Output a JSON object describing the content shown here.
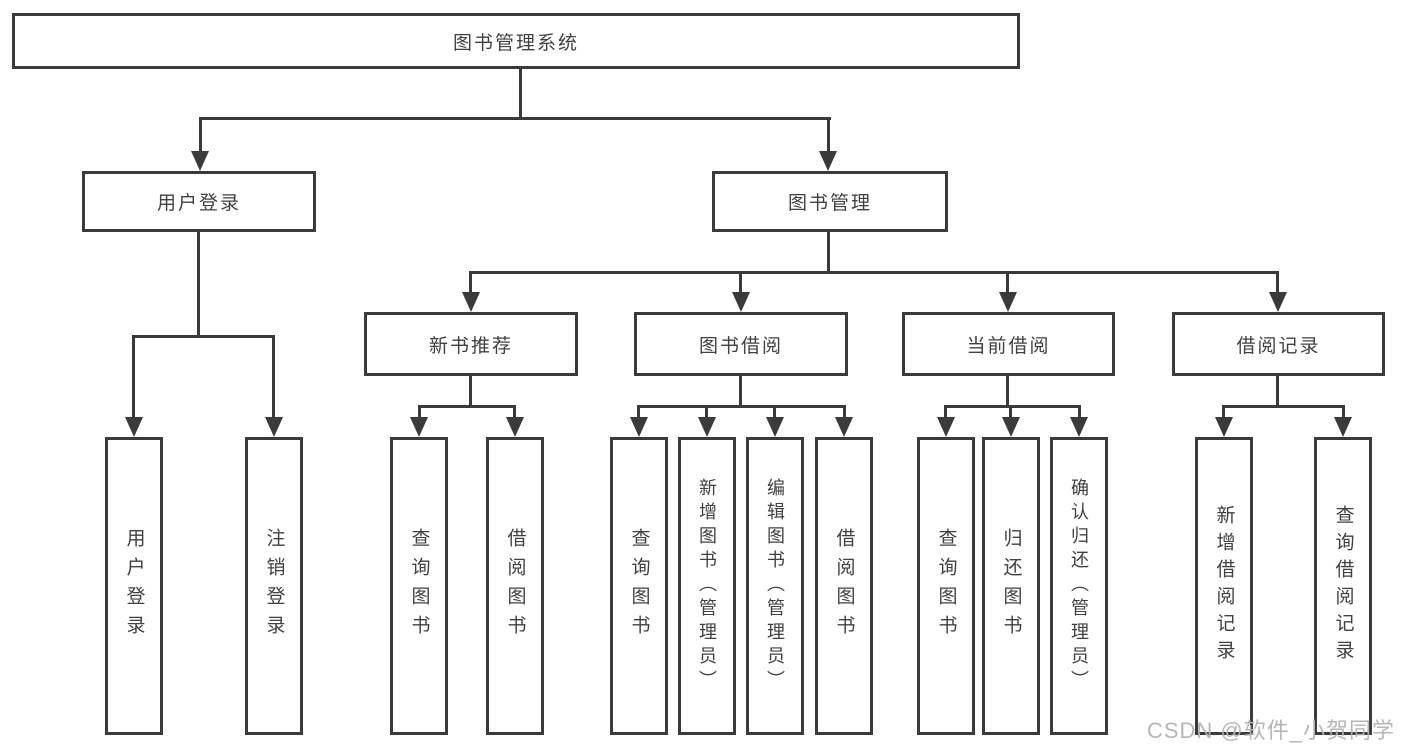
{
  "diagram_type": "hierarchy-tree",
  "tree": {
    "label": "图书管理系统",
    "children": [
      {
        "label": "用户登录",
        "children": [
          {
            "label": "用户登录"
          },
          {
            "label": "注销登录"
          }
        ]
      },
      {
        "label": "图书管理",
        "children": [
          {
            "label": "新书推荐",
            "children": [
              {
                "label": "查询图书"
              },
              {
                "label": "借阅图书"
              }
            ]
          },
          {
            "label": "图书借阅",
            "children": [
              {
                "label": "查询图书"
              },
              {
                "label": "新增图书（管理员）"
              },
              {
                "label": "编辑图书（管理员）"
              },
              {
                "label": "借阅图书"
              }
            ]
          },
          {
            "label": "当前借阅",
            "children": [
              {
                "label": "查询图书"
              },
              {
                "label": "归还图书"
              },
              {
                "label": "确认归还（管理员）"
              }
            ]
          },
          {
            "label": "借阅记录",
            "children": [
              {
                "label": "新增借阅记录"
              },
              {
                "label": "查询借阅记录"
              }
            ]
          }
        ]
      }
    ]
  },
  "watermark": {
    "text": "CSDN @软件_小贺同学"
  },
  "colors": {
    "line": "#3a3a3a",
    "box_border": "#3b3b3b",
    "text": "#414141",
    "watermark": "#b2b2b2",
    "background": "#ffffff"
  }
}
